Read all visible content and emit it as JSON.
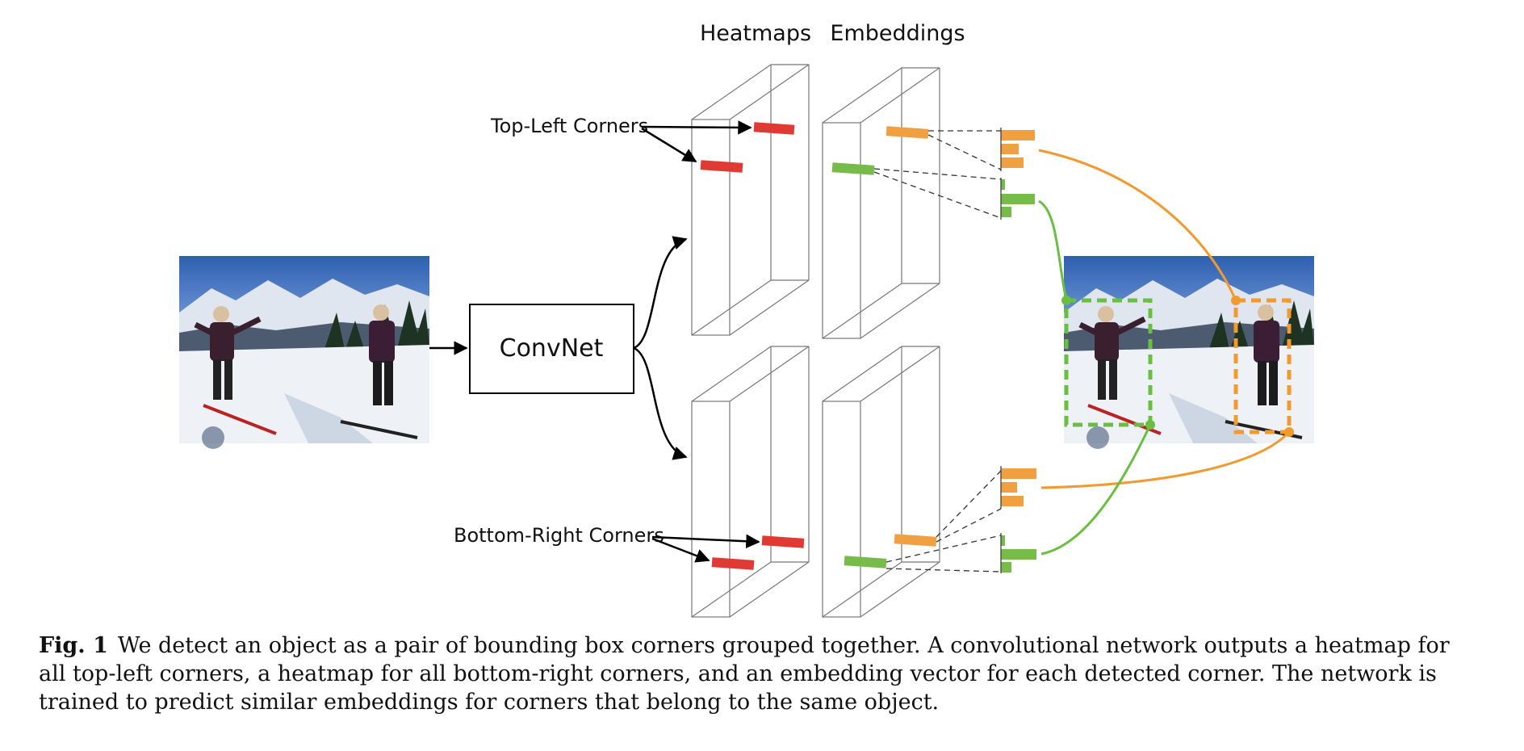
{
  "labels": {
    "heatmaps": "Heatmaps",
    "embeddings": "Embeddings",
    "convnet": "ConvNet",
    "top_left": "Top-Left Corners",
    "bottom_right": "Bottom-Right Corners"
  },
  "caption": {
    "label": "Fig. 1",
    "text": "We detect an object as a pair of bounding box corners grouped together. A convolutional network outputs a heatmap for all top-left corners, a heatmap for all bottom-right corners, and an embedding vector for each detected corner. The network is trained to predict similar embeddings for corners that belong to the same object."
  },
  "colors": {
    "heatmap_marker": "#e03a35",
    "embedding_orange": "#f0a040",
    "embedding_green": "#77bb4a",
    "box_green": "#6abf40",
    "box_orange": "#f29a2e",
    "arrow": "#000000",
    "volume_stroke": "#777777"
  },
  "icons": {
    "input_photo": "skiers-photo",
    "output_photo": "skiers-photo-with-boxes"
  }
}
